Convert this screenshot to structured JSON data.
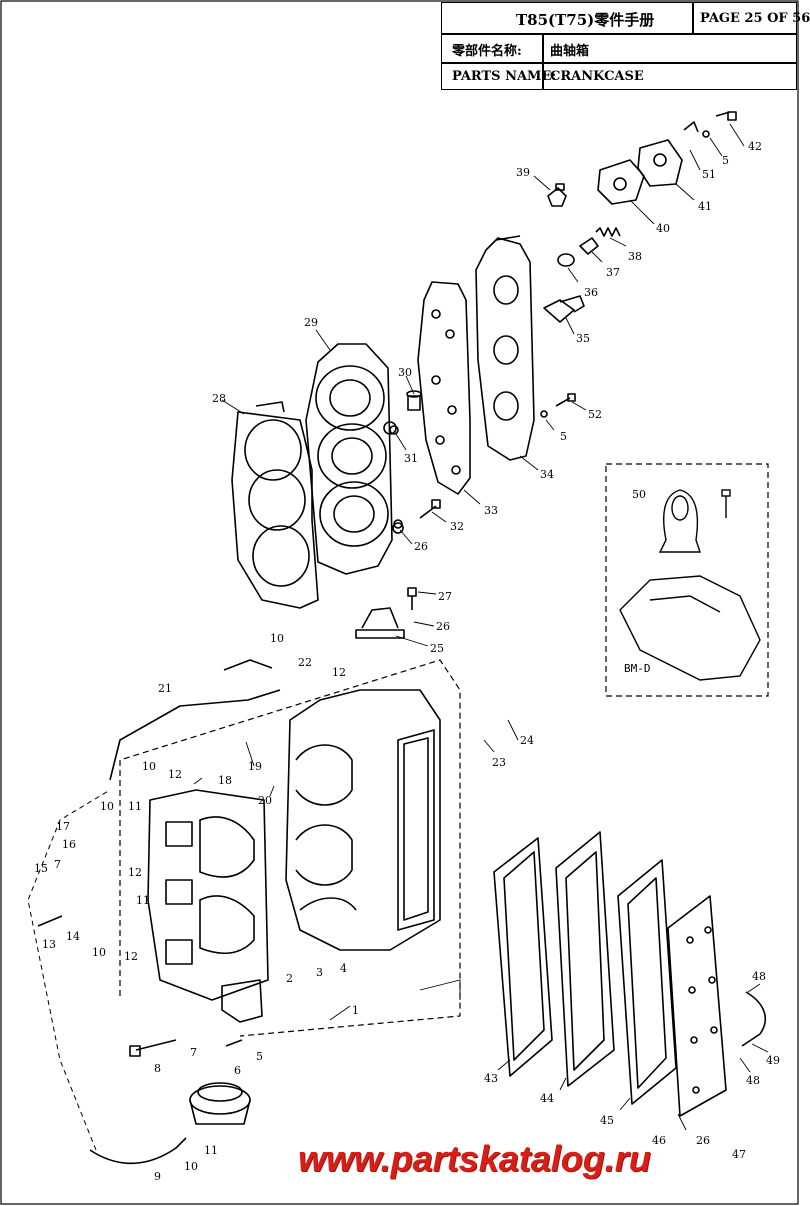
{
  "header": {
    "model": "T85(T75)零件手册",
    "page": "PAGE 25 OF 56",
    "part_name_label_cn": "零部件名称:",
    "part_name_cn": "曲轴箱",
    "part_name_label_en": "PARTS NAME:",
    "part_name_en": "CRANKCASE"
  },
  "inset_label": "BM-D",
  "watermark": "www.partskatalog.ru",
  "callouts": [
    "42",
    "5",
    "51",
    "41",
    "39",
    "40",
    "38",
    "37",
    "36",
    "35",
    "52",
    "5",
    "34",
    "33",
    "29",
    "30",
    "31",
    "28",
    "32",
    "26",
    "50",
    "27",
    "26",
    "25",
    "10",
    "22",
    "12",
    "21",
    "24",
    "23",
    "10",
    "12",
    "18",
    "19",
    "20",
    "17",
    "16",
    "10",
    "11",
    "15",
    "7",
    "12",
    "14",
    "13",
    "11",
    "10",
    "12",
    "2",
    "3",
    "4",
    "1",
    "43",
    "44",
    "45",
    "46",
    "26",
    "47",
    "48",
    "49",
    "48",
    "8",
    "7",
    "6",
    "5",
    "9",
    "10",
    "11"
  ]
}
